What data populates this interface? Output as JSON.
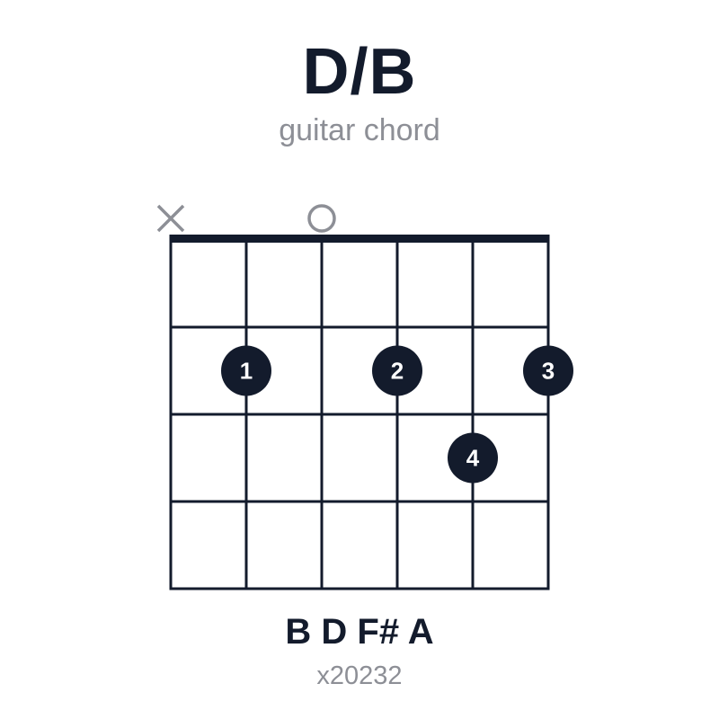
{
  "chord": {
    "name": "D/B",
    "subtitle": "guitar chord",
    "notes": "B D F# A",
    "fingering": "x20232"
  },
  "diagram": {
    "strings": 6,
    "frets_shown": 4,
    "string_markers": [
      {
        "string": 1,
        "marker": "muted"
      },
      {
        "string": 3,
        "marker": "open"
      }
    ],
    "fingers": [
      {
        "string": 2,
        "fret": 2,
        "finger": "1"
      },
      {
        "string": 4,
        "fret": 2,
        "finger": "2"
      },
      {
        "string": 6,
        "fret": 2,
        "finger": "3"
      },
      {
        "string": 5,
        "fret": 3,
        "finger": "4"
      }
    ]
  },
  "colors": {
    "ink": "#131b2c",
    "muted": "#8d8f96",
    "finger_text": "#ffffff"
  }
}
